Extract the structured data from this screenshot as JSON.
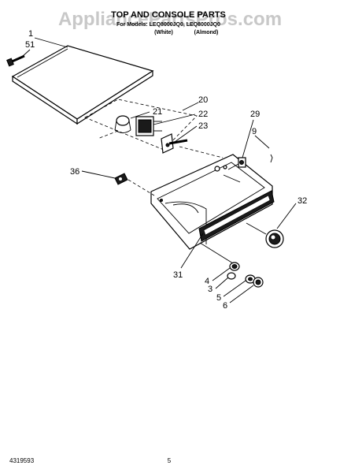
{
  "header": {
    "watermark": "AppliancePartsPros.com",
    "title": "TOP AND CONSOLE PARTS",
    "model_line": "For Models: LEQ8000JQ0, LEQ8000JQ0",
    "color_1": "(White)",
    "color_2": "(Almond)"
  },
  "callouts": [
    {
      "id": "1",
      "label": "1"
    },
    {
      "id": "51",
      "label": "51"
    },
    {
      "id": "20",
      "label": "20"
    },
    {
      "id": "21",
      "label": "21"
    },
    {
      "id": "22",
      "label": "22"
    },
    {
      "id": "23",
      "label": "23"
    },
    {
      "id": "29",
      "label": "29"
    },
    {
      "id": "9",
      "label": "9"
    },
    {
      "id": "36",
      "label": "36"
    },
    {
      "id": "32",
      "label": "32"
    },
    {
      "id": "31",
      "label": "31"
    },
    {
      "id": "4",
      "label": "4"
    },
    {
      "id": "3",
      "label": "3"
    },
    {
      "id": "5",
      "label": "5"
    },
    {
      "id": "6",
      "label": "6"
    }
  ],
  "footer": {
    "doc_number": "4319593",
    "page_number": "5"
  }
}
